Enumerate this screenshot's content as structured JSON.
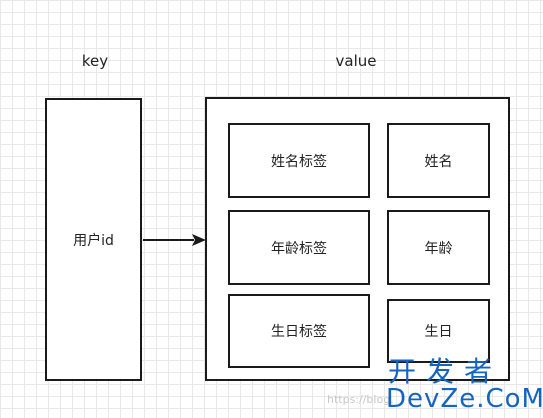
{
  "headers": {
    "key": "key",
    "value": "value"
  },
  "key_box": {
    "label": "用户id"
  },
  "value_rows": [
    {
      "tag": "姓名标签",
      "field": "姓名"
    },
    {
      "tag": "年龄标签",
      "field": "年龄"
    },
    {
      "tag": "生日标签",
      "field": "生日"
    }
  ],
  "watermark": {
    "brand_cn": "开发者",
    "brand_en": "DevZe.CoM",
    "small_text": "https://blog."
  },
  "colors": {
    "line": "#1a1a1a",
    "watermark": "#1565c0",
    "grid": "#e8e8e8"
  }
}
